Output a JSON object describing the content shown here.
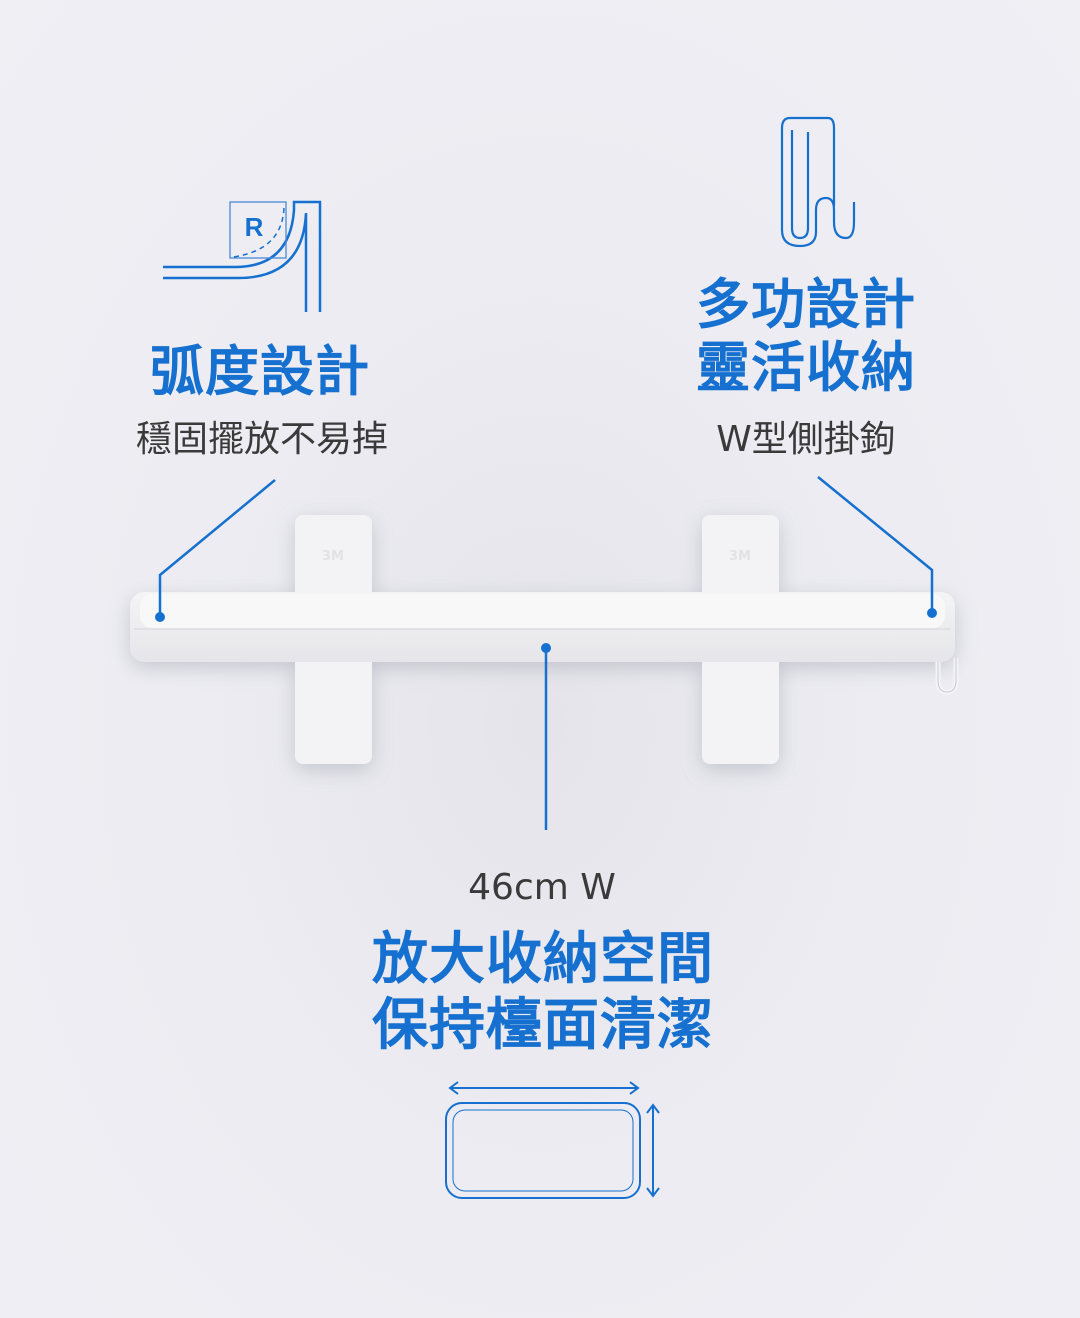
{
  "features": {
    "curve": {
      "title": "弧度設計",
      "subtitle": "穩固擺放不易掉",
      "icon_label": "R"
    },
    "hook": {
      "title_lines": [
        "多功設計",
        "靈活收納"
      ],
      "subtitle": "W型側掛鉤"
    },
    "space": {
      "size": "46cm W",
      "title_lines": [
        "放大收納空間",
        "保持檯面清潔"
      ]
    }
  },
  "product": {
    "bracket_logo": "3M"
  },
  "colors": {
    "accent": "#1670cf",
    "background": "#ececf2",
    "text": "#3a3a3a"
  }
}
